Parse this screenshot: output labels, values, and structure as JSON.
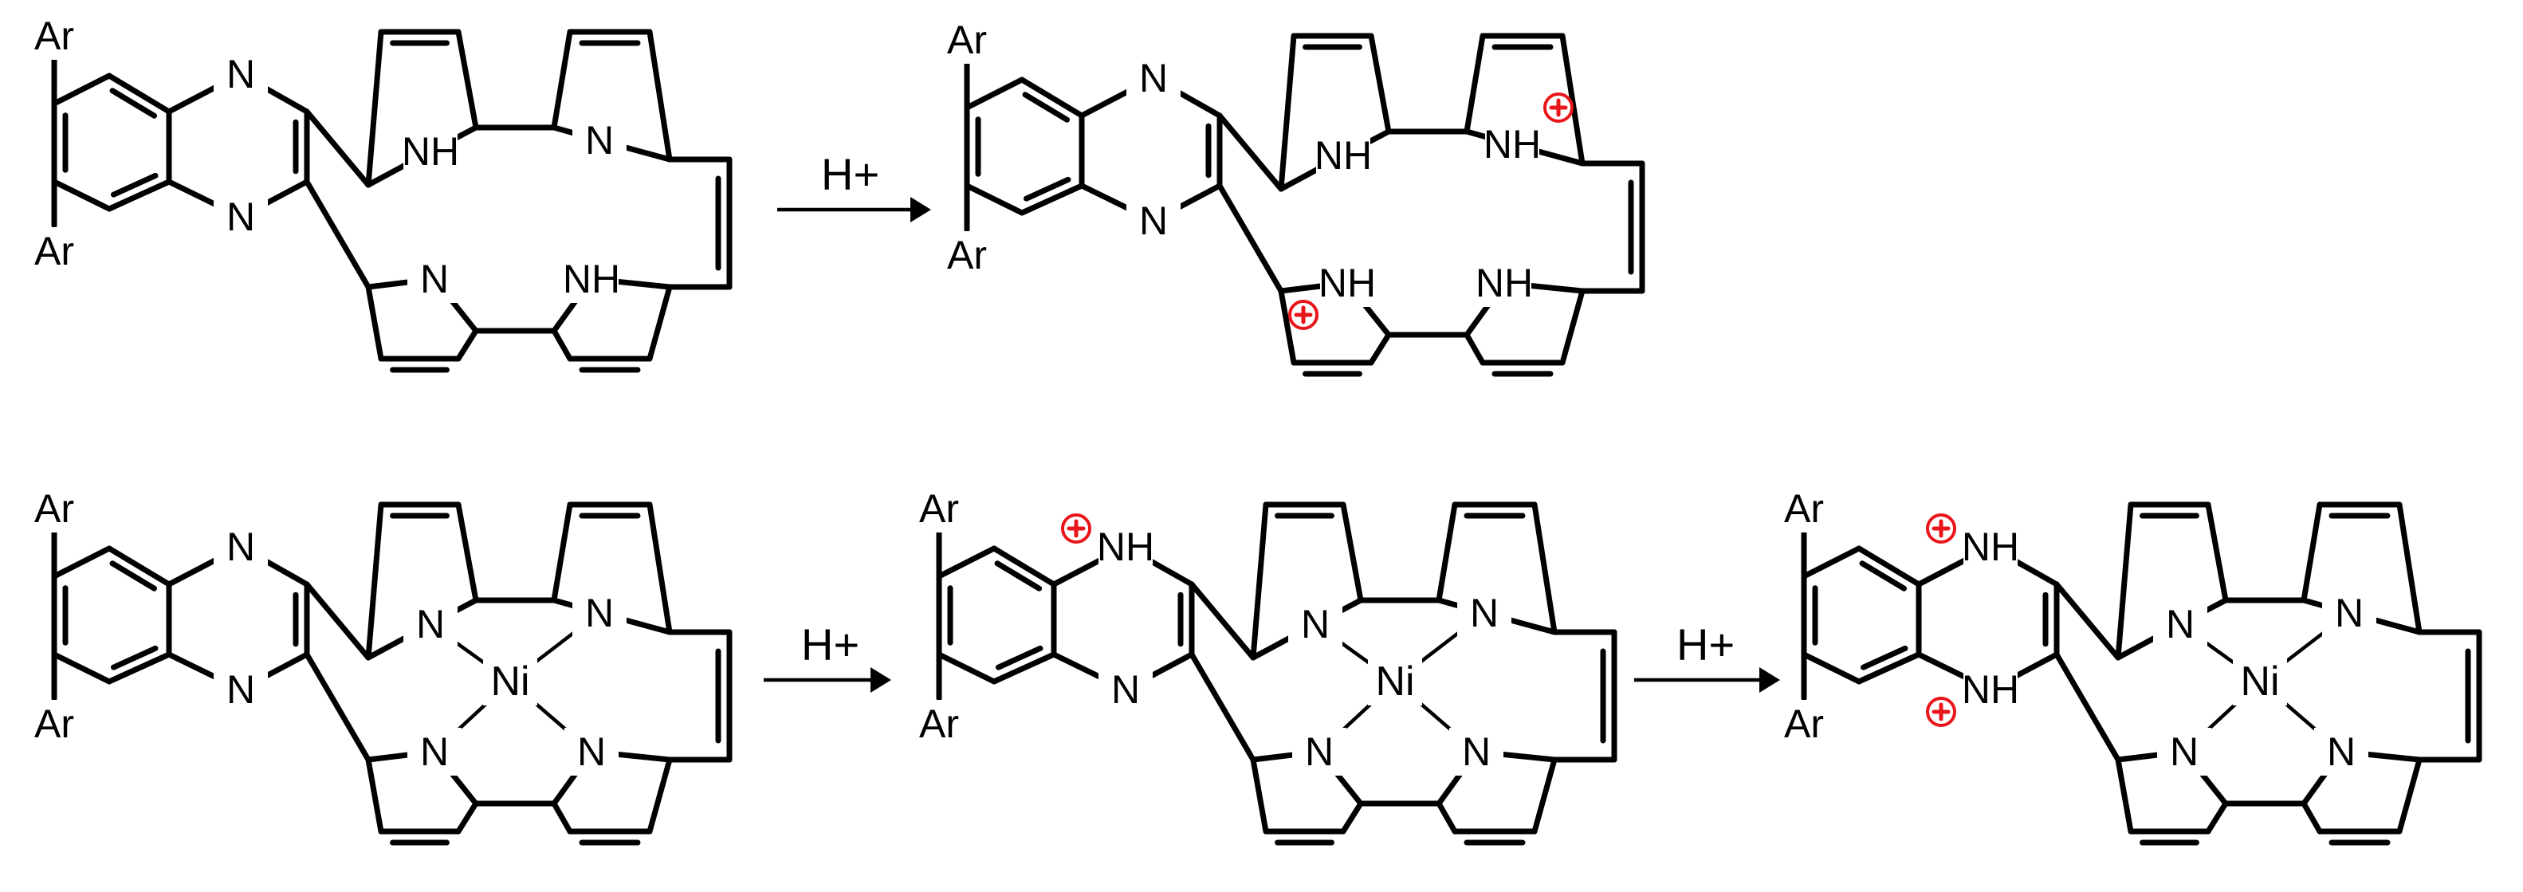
{
  "scheme": {
    "molecules": [
      {
        "id": "free-base",
        "labels": {
          "ar_top": "Ar",
          "ar_bot": "Ar",
          "n_quin_top": "N",
          "n_quin_bot": "N",
          "n_tl": "NH",
          "n_tr": "N",
          "n_bl": "N",
          "n_br": "NH"
        }
      },
      {
        "id": "diprotonated-free-base",
        "labels": {
          "ar_top": "Ar",
          "ar_bot": "Ar",
          "n_quin_top": "N",
          "n_quin_bot": "N",
          "n_tl": "NH",
          "n_tr": "NH",
          "n_bl": "NH",
          "n_br": "NH"
        },
        "charges": [
          "n_tr",
          "n_bl"
        ]
      },
      {
        "id": "ni-complex",
        "labels": {
          "ar_top": "Ar",
          "ar_bot": "Ar",
          "n_quin_top": "N",
          "n_quin_bot": "N",
          "n_tl": "N",
          "n_tr": "N",
          "n_bl": "N",
          "n_br": "N",
          "metal": "Ni"
        }
      },
      {
        "id": "ni-monoprotonated",
        "labels": {
          "ar_top": "Ar",
          "ar_bot": "Ar",
          "n_quin_top": "NH",
          "n_quin_bot": "N",
          "n_tl": "N",
          "n_tr": "N",
          "n_bl": "N",
          "n_br": "N",
          "metal": "Ni"
        },
        "charges": [
          "n_quin_top"
        ]
      },
      {
        "id": "ni-diprotonated",
        "labels": {
          "ar_top": "Ar",
          "ar_bot": "Ar",
          "n_quin_top": "NH",
          "n_quin_bot": "NH",
          "n_tl": "N",
          "n_tr": "N",
          "n_bl": "N",
          "n_br": "N",
          "metal": "Ni"
        },
        "charges": [
          "n_quin_top",
          "n_quin_bot"
        ]
      }
    ],
    "arrows": [
      {
        "id": "arrow-1",
        "reagent": "H+"
      },
      {
        "id": "arrow-2",
        "reagent": "H+"
      },
      {
        "id": "arrow-3",
        "reagent": "H+"
      }
    ],
    "colors": {
      "bond": "#000000",
      "charge": "#e8161b",
      "background": "#ffffff"
    }
  }
}
